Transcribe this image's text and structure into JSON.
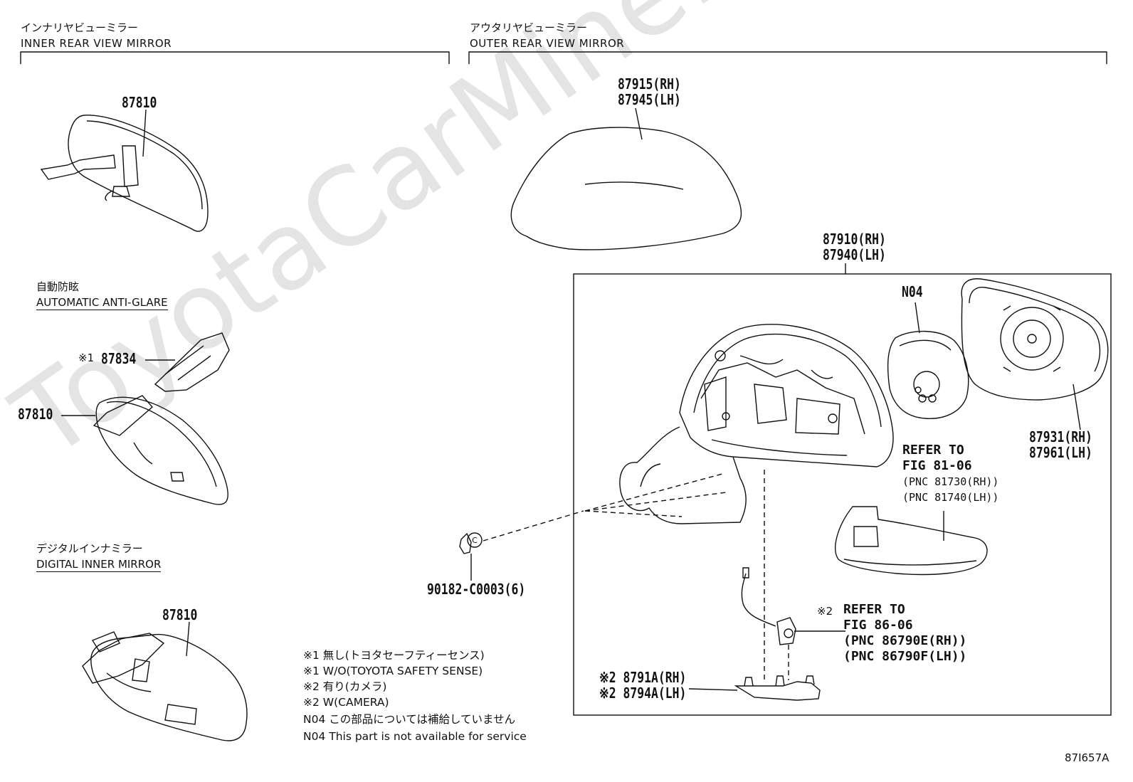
{
  "watermark": "ToyotaCarMine.ru",
  "sections": {
    "inner": {
      "title_jp": "インナリヤビューミラー",
      "title_en": "INNER REAR VIEW MIRROR"
    },
    "outer": {
      "title_jp": "アウタリヤビューミラー",
      "title_en": "OUTER REAR VIEW MIRROR"
    }
  },
  "subsections": {
    "anti_glare": {
      "jp": "自動防眩",
      "en": "AUTOMATIC ANTI-GLARE"
    },
    "digital": {
      "jp": "デジタルインナミラー",
      "en": "DIGITAL INNER MIRROR"
    }
  },
  "parts": {
    "p87810_a": "87810",
    "p87834_mark": "※1",
    "p87834": "87834",
    "p87810_b": "87810",
    "p87810_c": "87810",
    "cover_rh": "87915(RH)",
    "cover_lh": "87945(LH)",
    "mirror_rh": "87910(RH)",
    "mirror_lh": "87940(LH)",
    "n04": "N04",
    "glass_rh": "87931(RH)",
    "glass_lh": "87961(LH)",
    "nut": "90182-C0003(6)",
    "p8791a": "※2 8791A(RH)",
    "p8794a": "※2 8794A(LH)"
  },
  "refs": {
    "turn_refer": "REFER TO",
    "turn_fig": "FIG 81-06",
    "turn_pnc1": "(PNC 81730(RH))",
    "turn_pnc2": "(PNC 81740(LH))",
    "cam_mark": "※2",
    "cam_refer": "REFER TO",
    "cam_fig": "FIG 86-06",
    "cam_pnc1": "(PNC 86790E(RH))",
    "cam_pnc2": "(PNC 86790F(LH))"
  },
  "notes": [
    "※1 無し(トヨタセーフティーセンス)",
    "※1 W/O(TOYOTA SAFETY SENSE)",
    "※2 有り(カメラ)",
    "※2 W(CAMERA)",
    "N04 この部品については補給していません",
    "N04 This part is not available for service"
  ],
  "figure_code": "87I657A"
}
